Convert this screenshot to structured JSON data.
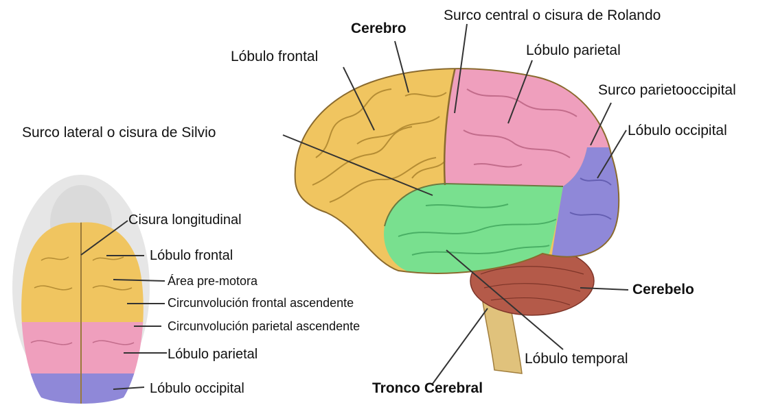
{
  "labels": {
    "cerebro": "Cerebro",
    "surco_central": "Surco central o cisura de Rolando",
    "lobulo_frontal": "Lóbulo frontal",
    "lobulo_parietal": "Lóbulo parietal",
    "surco_parietooccipital": "Surco parietooccipital",
    "lobulo_occipital": "Lóbulo occipital",
    "surco_lateral": "Surco lateral o cisura de Silvio",
    "cerebelo": "Cerebelo",
    "lobulo_temporal": "Lóbulo temporal",
    "tronco_cerebral": "Tronco Cerebral"
  },
  "top_view_labels": {
    "cisura_longitudinal": "Cisura longitudinal",
    "lobulo_frontal": "Lóbulo frontal",
    "area_premotora": "Área pre-motora",
    "circ_frontal": "Circunvolución frontal ascendente",
    "circ_parietal": "Circunvolución parietal ascendente",
    "lobulo_parietal": "Lóbulo parietal",
    "lobulo_occipital": "Lóbulo occipital"
  },
  "colors": {
    "frontal": "#f0c560",
    "parietal": "#ef9fbd",
    "occipital": "#8f88d8",
    "temporal": "#79e08f",
    "cerebellum": "#b45a49",
    "brainstem": "#e0c27c",
    "leader": "#333333"
  }
}
